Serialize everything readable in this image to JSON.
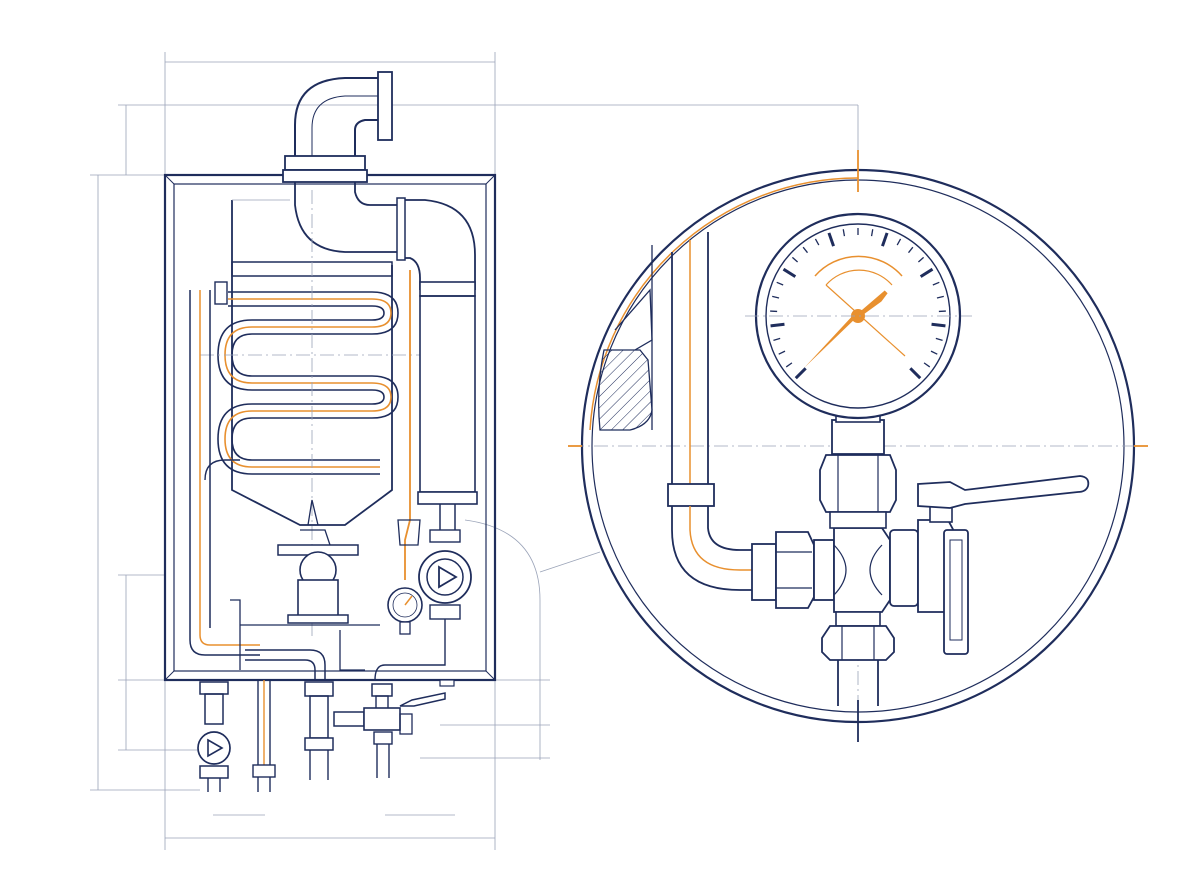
{
  "colors": {
    "background": "#ffffff",
    "line": "#1f2d5c",
    "accent": "#e8902f",
    "dimension": "#9aa3b8"
  },
  "diagram": {
    "left_view": {
      "components": [
        "casing",
        "flue-elbow",
        "heat-exchanger-coil",
        "burner",
        "gas-valve",
        "expansion-tank",
        "circulation-pump",
        "pressure-gauge",
        "bottom-connections",
        "inlet-pump"
      ]
    },
    "detail_view": {
      "components": [
        "detail-circle",
        "pressure-gauge-large",
        "gauge-needle",
        "tee-fitting",
        "ball-valve",
        "lever-handle",
        "hex-nuts",
        "pipe-elbow"
      ]
    },
    "icons": [
      "pump-triangle-icon",
      "gauge-icon",
      "lever-handle-icon"
    ]
  }
}
